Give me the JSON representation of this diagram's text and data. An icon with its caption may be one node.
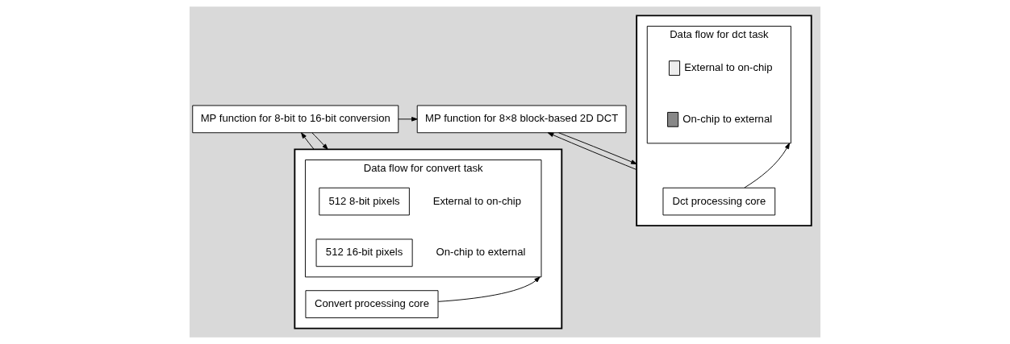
{
  "diagram": {
    "nodes": [
      {
        "text": [
          "MP function for 8-bit to 16-bit conversion"
        ]
      },
      {
        "text": [
          "MP function for 8×8 block-based 2D DCT"
        ]
      },
      {
        "text": [],
        "shape": "box"
      },
      {
        "text": [
          "Data flow for convert task"
        ],
        "in": 2
      },
      {
        "text": [
          "512 8-bit pixels"
        ],
        "in": 3,
        "beside": [
          "External to on-chip"
        ]
      },
      {
        "text": [
          "512 16-bit pixels"
        ],
        "in": 3,
        "beside": [
          "On-chip to external"
        ]
      },
      {
        "text": [
          "Convert processing core"
        ],
        "in": 2
      },
      {
        "text": [],
        "shape": "box"
      },
      {
        "text": [
          "Data flow for dct task"
        ],
        "in": 7
      },
      {
        "text": [
          "Dct processing core"
        ],
        "in": 7
      }
    ],
    "edges": [
      {
        "from": 0,
        "to": 1,
        "arrow": "to"
      },
      {
        "from": 0,
        "to": 2,
        "arrow": "to"
      },
      {
        "from": 2,
        "to": 0,
        "arrow": "to"
      },
      {
        "from": 1,
        "to": 7,
        "arrow": "to"
      },
      {
        "from": 7,
        "to": 1,
        "arrow": "to"
      },
      {
        "from": 6,
        "to": 3,
        "arrow": "to"
      },
      {
        "from": 9,
        "to": 8,
        "arrow": "to"
      }
    ],
    "legend": [
      {
        "text": "External to on-chip",
        "color": "#eeeeee"
      },
      {
        "text": "On-chip to external",
        "color": "#888888"
      }
    ]
  }
}
